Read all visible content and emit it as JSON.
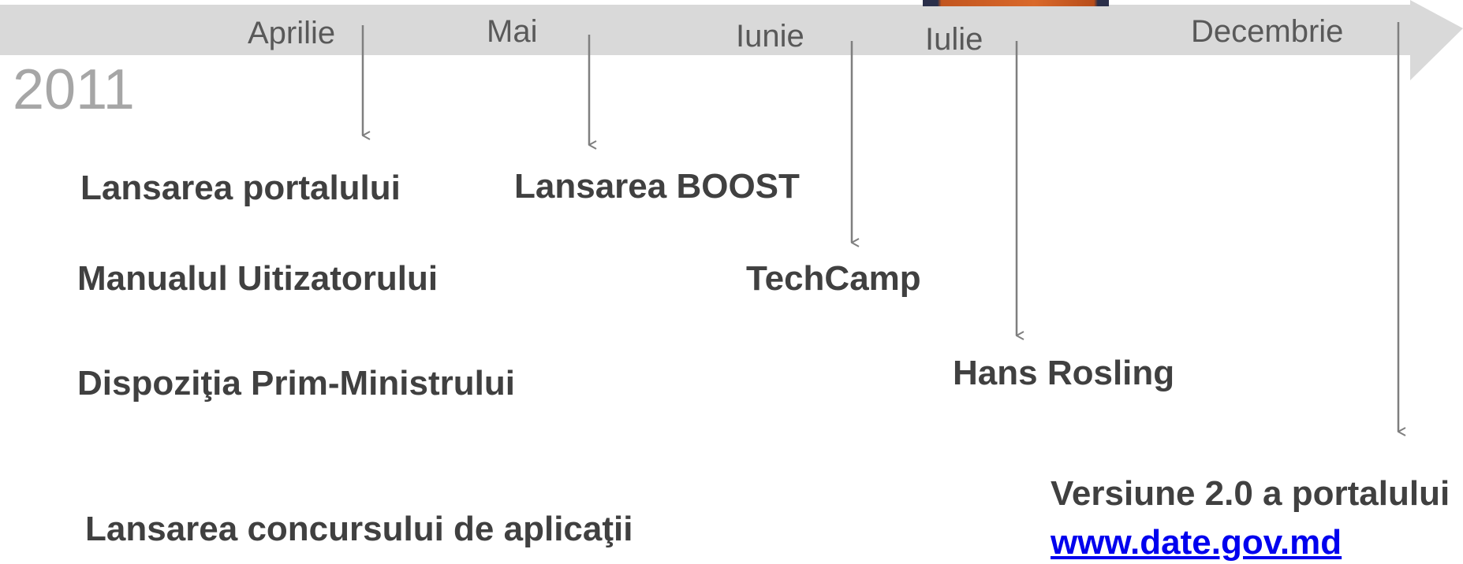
{
  "timeline": {
    "year": "2011",
    "months": [
      {
        "id": "aprilie",
        "label": "Aprilie"
      },
      {
        "id": "mai",
        "label": "Mai"
      },
      {
        "id": "iunie",
        "label": "Iunie"
      },
      {
        "id": "iulie",
        "label": "Iulie"
      },
      {
        "id": "decembrie",
        "label": "Decembrie"
      }
    ]
  },
  "events": {
    "lansarea_portalului": "Lansarea portalului",
    "manualul": "Manualul Uitizatorului",
    "dispozitia": "Dispoziţia Prim-Ministrului",
    "concurs": "Lansarea concursului de aplicaţii",
    "boost": "Lansarea BOOST",
    "techcamp": "TechCamp",
    "hans_rosling": "Hans Rosling",
    "versiune": "Versiune 2.0 a portalului",
    "website": "www.date.gov.md"
  },
  "colors": {
    "band": "#d9d9d9",
    "arrow": "#7f7f7f",
    "month_text": "#595959",
    "year_text": "#a6a6a6",
    "event_text": "#404040",
    "link": "#0000ee"
  }
}
